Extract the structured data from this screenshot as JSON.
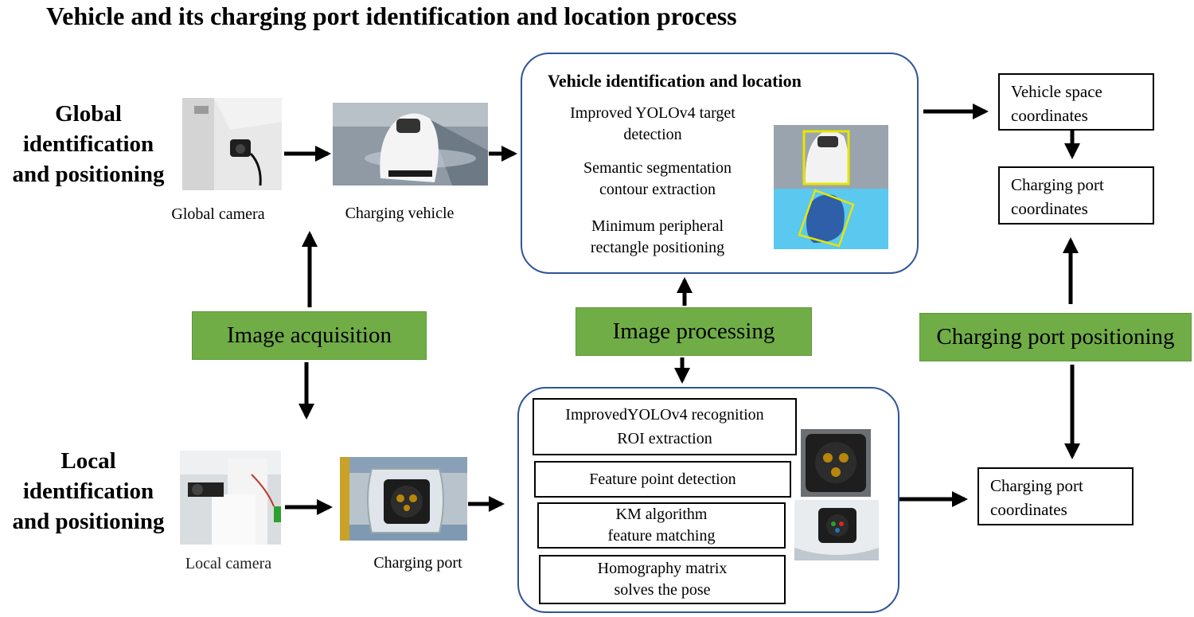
{
  "title": "Vehicle and its charging port identification and location process",
  "global_section": {
    "label_line1": "Global",
    "label_line2": "identification",
    "label_line3": "and positioning"
  },
  "local_section": {
    "label_line1": "Local",
    "label_line2": "identification",
    "label_line3": "and positioning"
  },
  "captions": {
    "global_camera": "Global camera",
    "charging_vehicle": "Charging vehicle",
    "local_camera": "Local camera",
    "charging_port": "Charging port"
  },
  "stages": {
    "image_acquisition": "Image acquisition",
    "image_processing": "Image processing",
    "charging_port_positioning": "Charging port positioning"
  },
  "vehicle_box": {
    "heading": "Vehicle identification and location",
    "step1_line1": "Improved YOLOv4 target",
    "step1_line2": "detection",
    "step2_line1": "Semantic segmentation",
    "step2_line2": "contour extraction",
    "step3_line1": "Minimum peripheral",
    "step3_line2": "rectangle positioning"
  },
  "port_box": {
    "step1_line1": "ImprovedYOLOv4 recognition",
    "step1_line2": "ROI extraction",
    "step2": "Feature point detection",
    "step3_line1": "KM algorithm",
    "step3_line2": "feature matching",
    "step4_line1": "Homography matrix",
    "step4_line2": "solves the pose"
  },
  "outputs": {
    "vehicle_space_line1": "Vehicle space",
    "vehicle_space_line2": "coordinates",
    "port_coord_top_line1": "Charging port",
    "port_coord_top_line2": "coordinates",
    "port_coord_bottom_line1": "Charging port",
    "port_coord_bottom_line2": "coordinates"
  },
  "colors": {
    "green": "#70ad47",
    "rounded_border": "#2f5597",
    "mask_blue": "#5bc8ef",
    "mask_dark": "#2e5fa8",
    "bbox_yellow": "#e6e600"
  }
}
